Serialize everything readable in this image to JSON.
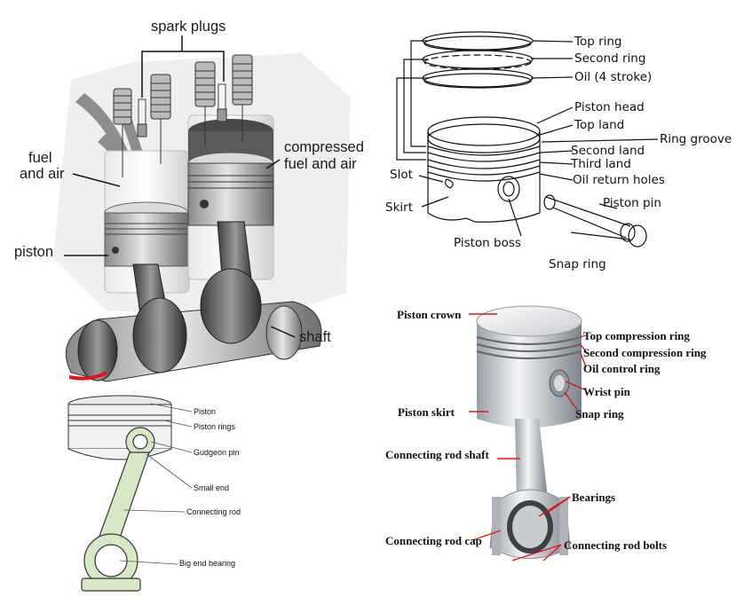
{
  "panels": {
    "engine": {
      "labels": {
        "spark_plugs": "spark plugs",
        "fuel": "fuel",
        "and_air": "and air",
        "compressed": "compressed",
        "fuel_and_air": "fuel and air",
        "piston": "piston",
        "shaft": "shaft"
      }
    },
    "rings": {
      "labels": {
        "top_ring": "Top ring",
        "second_ring": "Second ring",
        "oil": "Oil (4 stroke)",
        "piston_head": "Piston head",
        "top_land": "Top land",
        "ring_groove": "Ring groove",
        "second_land": "Second land",
        "third_land": "Third land",
        "slot": "Slot",
        "oil_return_holes": "Oil return holes",
        "skirt": "Skirt",
        "piston_pin": "Piston pin",
        "piston_boss": "Piston boss",
        "snap_ring": "Snap ring"
      }
    },
    "rod": {
      "labels": {
        "piston": "Piston",
        "piston_rings": "Piston rings",
        "gudgeon_pin": "Gudgeon pin",
        "small_end": "Small end",
        "connecting_rod": "Connecting rod",
        "big_end_bearing": "Big end bearing"
      }
    },
    "assembly": {
      "labels": {
        "piston_crown": "Piston crown",
        "top_compression_ring": "Top compression ring",
        "second_compression_ring": "Second compression ring",
        "oil_control_ring": "Oil control ring",
        "wrist_pin": "Wrist pin",
        "piston_skirt": "Piston skirt",
        "snap_ring": "Snap ring",
        "connecting_rod_shaft": "Connecting rod shaft",
        "bearings": "Bearings",
        "connecting_rod_cap": "Connecting rod cap",
        "connecting_rod_bolts": "Connecting rod bolts"
      }
    }
  },
  "colors": {
    "leader_red": "#e0151c",
    "rod_green": "#d7e8c7",
    "metal_grey": "#c9ccd1"
  }
}
